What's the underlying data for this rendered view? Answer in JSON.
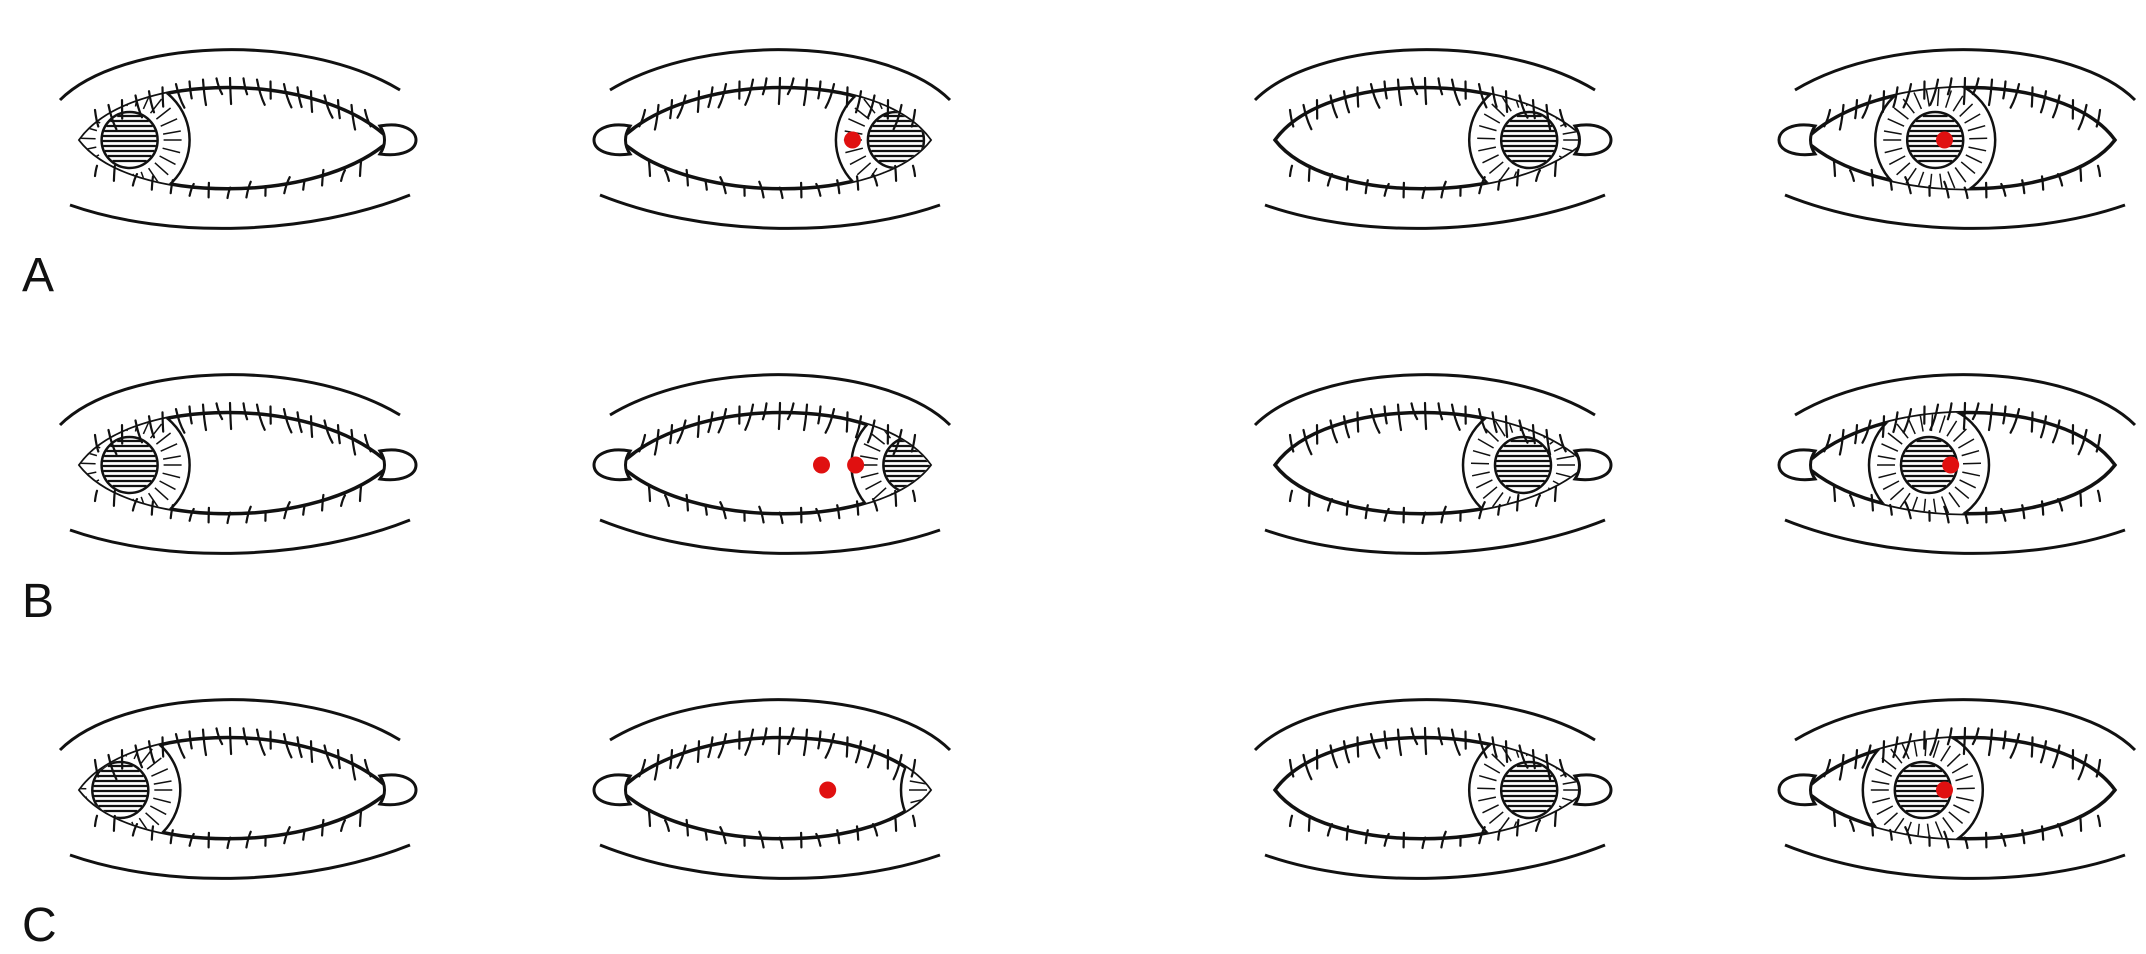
{
  "row_labels": [
    "A",
    "B",
    "C"
  ],
  "colors": {
    "ink": "#111111",
    "marker": "#e01010",
    "background": "#ffffff"
  },
  "rows": [
    {
      "label": "A",
      "panels": [
        {
          "mirror": false,
          "iris": 0.16,
          "markers": []
        },
        {
          "mirror": true,
          "iris": 0.11,
          "markers": [
            0.25
          ]
        },
        {
          "mirror": false,
          "iris": 0.82,
          "markers": []
        },
        {
          "mirror": true,
          "iris": 0.58,
          "markers": [
            0.55
          ]
        }
      ]
    },
    {
      "label": "B",
      "panels": [
        {
          "mirror": false,
          "iris": 0.16,
          "markers": []
        },
        {
          "mirror": true,
          "iris": 0.06,
          "markers": [
            0.24,
            0.35
          ]
        },
        {
          "mirror": false,
          "iris": 0.8,
          "markers": []
        },
        {
          "mirror": true,
          "iris": 0.6,
          "markers": [
            0.53
          ]
        }
      ]
    },
    {
      "label": "C",
      "panels": [
        {
          "mirror": false,
          "iris": 0.13,
          "markers": []
        },
        {
          "mirror": true,
          "iris": -0.1,
          "markers": [
            0.33
          ]
        },
        {
          "mirror": false,
          "iris": 0.82,
          "markers": []
        },
        {
          "mirror": true,
          "iris": 0.62,
          "markers": [
            0.55
          ]
        }
      ]
    }
  ]
}
